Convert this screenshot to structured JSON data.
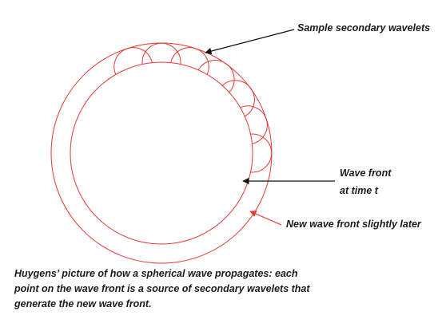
{
  "labels": {
    "wavelets": "Sample secondary wavelets",
    "wave_front_line1": "Wave front",
    "wave_front_line2": "at time t",
    "new_front": "New wave front slightly later"
  },
  "caption": {
    "line1": "Huygens’ picture of how a spherical wave propagates:  each",
    "line2": "point on the wave front is a source of secondary wavelets that",
    "line3": "generate the new wave front."
  },
  "colors": {
    "wave": "#e53935",
    "text": "#1a1a1a",
    "black_arrow": "#111111",
    "red_arrow": "#e53935"
  }
}
